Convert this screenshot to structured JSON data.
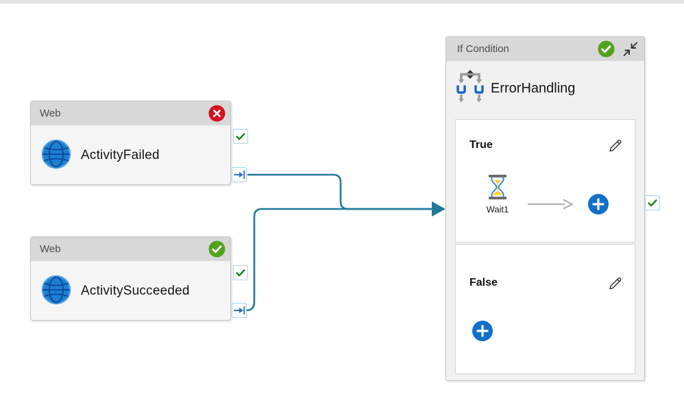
{
  "colors": {
    "connector_teal": "#20799b",
    "success_green": "#52a31d",
    "error_red": "#d6121f",
    "accent_blue": "#1070ca",
    "port_border_blue": "#a9d2f0"
  },
  "web_failed": {
    "type_label": "Web",
    "name": "ActivityFailed",
    "status": "failed"
  },
  "web_succeeded": {
    "type_label": "Web",
    "name": "ActivitySucceeded",
    "status": "succeeded"
  },
  "if_condition": {
    "type_label": "If Condition",
    "name": "ErrorHandling",
    "status": "succeeded",
    "true_branch": {
      "label": "True",
      "activity_name": "Wait1"
    },
    "false_branch": {
      "label": "False"
    }
  }
}
